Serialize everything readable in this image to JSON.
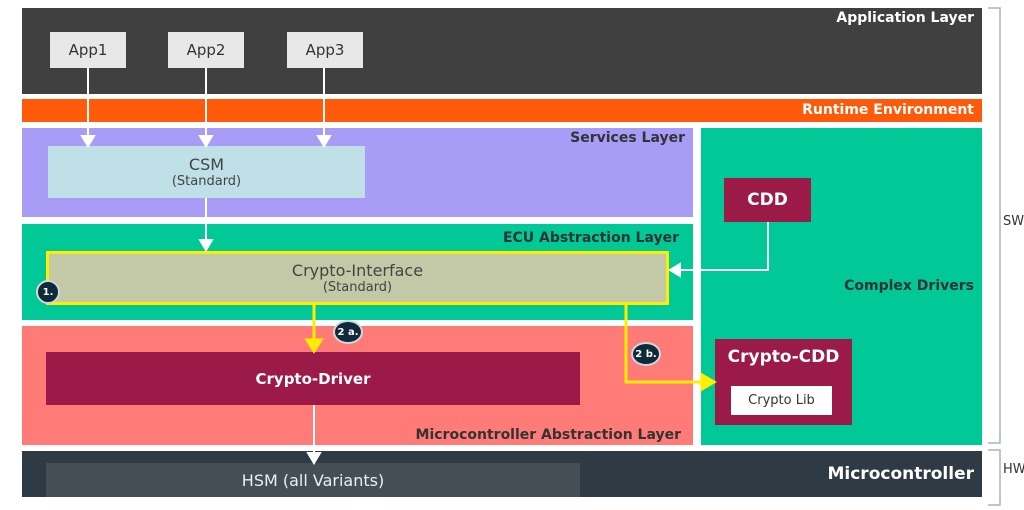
{
  "layers": {
    "application": "Application Layer",
    "runtime": "Runtime Environment",
    "services": "Services Layer",
    "ecu": "ECU Abstraction Layer",
    "mcal": "Microcontroller Abstraction Layer",
    "complex": "Complex Drivers",
    "micro": "Microcontroller"
  },
  "apps": [
    "App1",
    "App2",
    "App3"
  ],
  "csm": {
    "title": "CSM",
    "sub": "(Standard)"
  },
  "cdd": "CDD",
  "crypto_if": {
    "title": "Crypto-Interface",
    "sub": "(Standard)"
  },
  "crypto_driver": "Crypto-Driver",
  "crypto_cdd": {
    "title": "Crypto-CDD",
    "lib": "Crypto Lib"
  },
  "hsm": "HSM (all Variants)",
  "badges": [
    "1.",
    "2 a.",
    "2 b."
  ],
  "brackets": {
    "sw": "SW",
    "hw": "HW"
  },
  "colors": {
    "app": "#404040",
    "rte": "#ff5a0a",
    "services": "#a99cf6",
    "ecu": "#00c896",
    "mcal": "#ff7b78",
    "crypto": "#9b1a48",
    "micro": "#2f3b44",
    "path": "#ffee00"
  }
}
